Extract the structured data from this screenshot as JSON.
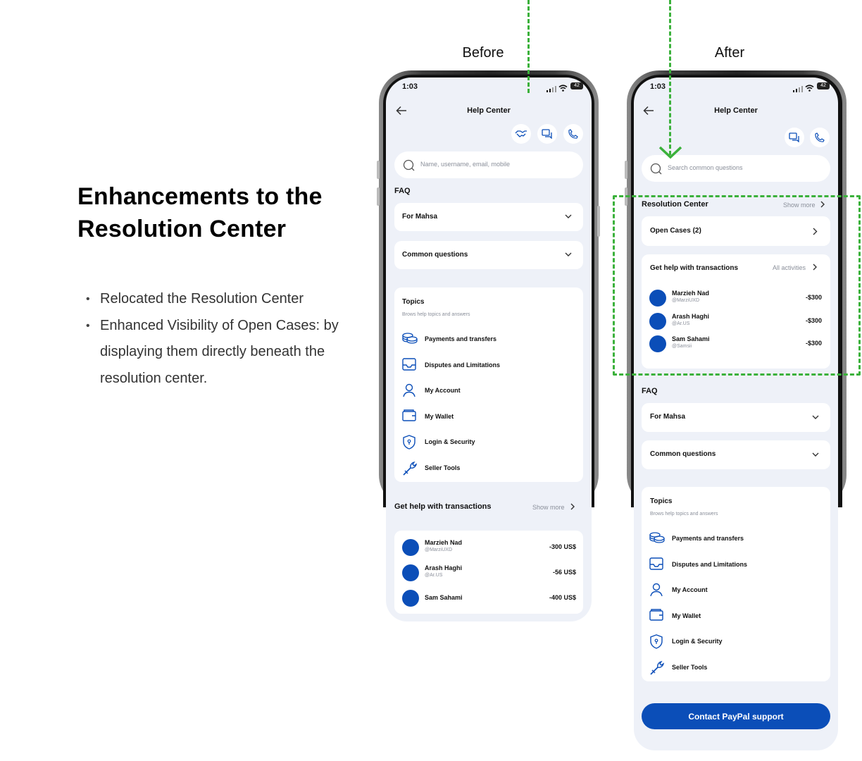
{
  "heading": "Enhancements to the Resolution Center",
  "bullets": [
    "Relocated the Resolution Center",
    "Enhanced Visibility of Open Cases: by displaying them directly beneath the resolution center."
  ],
  "labels": {
    "before": "Before",
    "after": "After"
  },
  "colors": {
    "accent": "#0b4eb8",
    "highlight": "#3bb13b",
    "screen_bg": "#eef1f8"
  },
  "before": {
    "status_time": "1:03",
    "battery": "42",
    "page_title": "Help Center",
    "search_placeholder": "Name, username, email, mobile",
    "faq_title": "FAQ",
    "faq_items": [
      "For Mahsa",
      "Common questions"
    ],
    "topics_title": "Topics",
    "topics_subtitle": "Brows help topics and answers",
    "topics": [
      {
        "label": "Payments and transfers",
        "icon": "coins-icon"
      },
      {
        "label": "Disputes and Limitations",
        "icon": "inbox-icon"
      },
      {
        "label": "My Account",
        "icon": "user-icon"
      },
      {
        "label": "My Wallet",
        "icon": "wallet-icon"
      },
      {
        "label": "Login & Security",
        "icon": "shield-icon"
      },
      {
        "label": "Seller Tools",
        "icon": "tools-icon"
      }
    ],
    "tx_title": "Get help with transactions",
    "tx_more": "Show more",
    "transactions": [
      {
        "name": "Marzieh Nad",
        "handle": "@MarziUXD",
        "amount": "-300 US$"
      },
      {
        "name": "Arash Haghi",
        "handle": "@Ar.US",
        "amount": "-56 US$"
      },
      {
        "name": "Sam Sahami",
        "handle": "",
        "amount": "-400 US$"
      }
    ]
  },
  "after": {
    "status_time": "1:03",
    "battery": "42",
    "page_title": "Help Center",
    "search_placeholder": "Search common questions",
    "rc_title": "Resolution Center",
    "rc_more": "Show more",
    "open_cases": "Open Cases (2)",
    "tx_title": "Get help with transactions",
    "tx_more": "All activities",
    "transactions": [
      {
        "name": "Marzieh Nad",
        "handle": "@MarziUXD",
        "amount": "-$300"
      },
      {
        "name": "Arash Haghi",
        "handle": "@Ar.US",
        "amount": "-$300"
      },
      {
        "name": "Sam Sahami",
        "handle": "@Samsii",
        "amount": "-$300"
      }
    ],
    "faq_title": "FAQ",
    "faq_items": [
      "For Mahsa",
      "Common questions"
    ],
    "topics_title": "Topics",
    "topics_subtitle": "Brows help topics and answers",
    "topics": [
      {
        "label": "Payments and transfers",
        "icon": "coins-icon"
      },
      {
        "label": "Disputes and Limitations",
        "icon": "inbox-icon"
      },
      {
        "label": "My Account",
        "icon": "user-icon"
      },
      {
        "label": "My Wallet",
        "icon": "wallet-icon"
      },
      {
        "label": "Login & Security",
        "icon": "shield-icon"
      },
      {
        "label": "Seller Tools",
        "icon": "tools-icon"
      }
    ],
    "support_button": "Contact PayPal support"
  }
}
